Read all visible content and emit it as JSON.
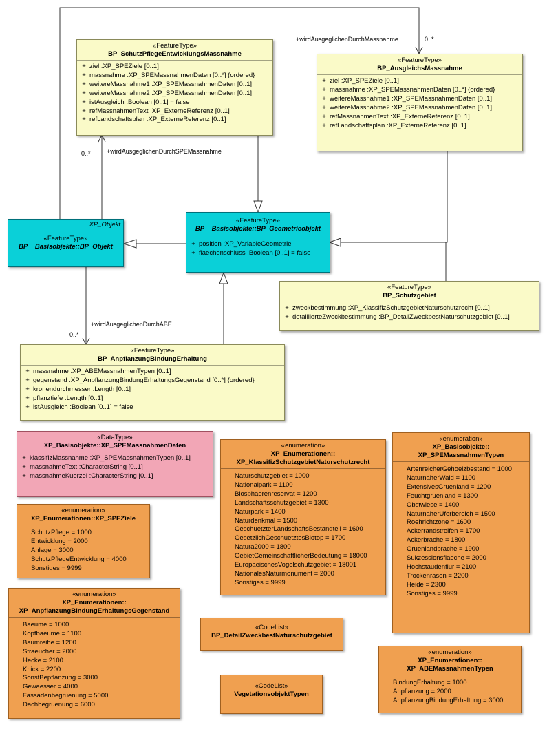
{
  "classes": {
    "schutzPflege": {
      "stereotype": "«FeatureType»",
      "name": "BP_SchutzPflegeEntwicklungsMassnahme",
      "attrs": [
        "ziel  :XP_SPEZiele [0..1]",
        "massnahme  :XP_SPEMassnahmenDaten [0..*] {ordered}",
        "weitereMassnahme1  :XP_SPEMassnahmenDaten [0..1]",
        "weitereMassnahme2  :XP_SPEMassnahmenDaten [0..1]",
        "istAusgleich  :Boolean [0..1] = false",
        "refMassnahmenText  :XP_ExterneReferenz [0..1]",
        "refLandschaftsplan  :XP_ExterneReferenz [0..1]"
      ]
    },
    "ausgleich": {
      "stereotype": "«FeatureType»",
      "name": "BP_AusgleichsMassnahme",
      "attrs": [
        "ziel  :XP_SPEZiele [0..1]",
        "massnahme  :XP_SPEMassnahmenDaten [0..*] {ordered}",
        "weitereMassnahme1  :XP_SPEMassnahmenDaten [0..1]",
        "weitereMassnahme2  :XP_SPEMassnahmenDaten [0..1]",
        "refMassnahmenText  :XP_ExterneReferenz [0..1]",
        "refLandschaftsplan  :XP_ExterneReferenz [0..1]"
      ]
    },
    "bpObjekt": {
      "tag": "XP_Objekt",
      "stereotype": "«FeatureType»",
      "name": "BP__Basisobjekte::BP_Objekt"
    },
    "geometrie": {
      "stereotype": "«FeatureType»",
      "name": "BP__Basisobjekte::BP_Geometrieobjekt",
      "attrs": [
        "position  :XP_VariableGeometrie",
        "flaechenschluss  :Boolean [0..1] = false"
      ]
    },
    "schutzgebiet": {
      "stereotype": "«FeatureType»",
      "name": "BP_Schutzgebiet",
      "attrs": [
        "zweckbestimmung  :XP_KlassifizSchutzgebietNaturschutzrecht [0..1]",
        "detaillierteZweckbestimmung  :BP_DetailZweckbestNaturschutzgebiet [0..1]"
      ]
    },
    "anpflanzung": {
      "stereotype": "«FeatureType»",
      "name": "BP_AnpflanzungBindungErhaltung",
      "attrs": [
        "massnahme  :XP_ABEMassnahmenTypen [0..1]",
        "gegenstand  :XP_AnpflanzungBindungErhaltungsGegenstand [0..*] {ordered}",
        "kronendurchmesser  :Length [0..1]",
        "pflanztiefe  :Length [0..1]",
        "istAusgleich  :Boolean [0..1] = false"
      ]
    },
    "massnahmenDaten": {
      "stereotype": "«DataType»",
      "name": "XP_Basisobjekte::XP_SPEMassnahmenDaten",
      "attrs": [
        "klassifizMassnahme  :XP_SPEMassnahmenTypen [0..1]",
        "massnahmeText  :CharacterString [0..1]",
        "massnahmeKuerzel  :CharacterString [0..1]"
      ]
    },
    "klassifizSchutz": {
      "stereotype": "«enumeration»",
      "name1": "XP_Enumerationen::",
      "name2": "XP_KlassifizSchutzgebietNaturschutzrecht",
      "literals": [
        "Naturschutzgebiet = 1000",
        "Nationalpark = 1100",
        "Biosphaerenreservat = 1200",
        "Landschaftsschutzgebiet = 1300",
        "Naturpark = 1400",
        "Naturdenkmal = 1500",
        "GeschuetzterLandschaftsBestandteil = 1600",
        "GesetzlichGeschuetztesBiotop = 1700",
        "Natura2000 = 1800",
        "GebietGemeinschaftlicherBedeutung = 18000",
        "EuropaeischesVogelschutzgebiet = 18001",
        "NationalesNaturmonument = 2000",
        "Sonstiges = 9999"
      ]
    },
    "speTypen": {
      "stereotype": "«enumeration»",
      "name1": "XP_Basisobjekte::",
      "name2": "XP_SPEMassnahmenTypen",
      "literals": [
        "ArtenreicherGehoelzbestand = 1000",
        "NaturnaherWald = 1100",
        "ExtensivesGruenland = 1200",
        "Feuchtgruenland = 1300",
        "Obstwiese = 1400",
        "NaturnaherUferbereich = 1500",
        "Roehrichtzone = 1600",
        "Ackerrandstreifen = 1700",
        "Ackerbrache = 1800",
        "Gruenlandbrache = 1900",
        "Sukzessionsflaeche = 2000",
        "Hochstaudenflur = 2100",
        "Trockenrasen = 2200",
        "Heide = 2300",
        "Sonstiges = 9999"
      ]
    },
    "speZiele": {
      "stereotype": "«enumeration»",
      "name": "XP_Enumerationen::XP_SPEZiele",
      "literals": [
        "SchutzPflege = 1000",
        "Entwicklung = 2000",
        "Anlage = 3000",
        "SchutzPflegeEntwicklung = 4000",
        "Sonstiges = 9999"
      ]
    },
    "gegenstand": {
      "stereotype": "«enumeration»",
      "name1": "XP_Enumerationen::",
      "name2": "XP_AnpflanzungBindungErhaltungsGegenstand",
      "literals": [
        "Baeume = 1000",
        "Kopfbaeume = 1100",
        "Baumreihe = 1200",
        "Straeucher = 2000",
        "Hecke = 2100",
        "Knick = 2200",
        "SonstBepflanzung = 3000",
        "Gewaesser = 4000",
        "Fassadenbegruenung = 5000",
        "Dachbegruenung = 6000"
      ]
    },
    "detailZweck": {
      "stereotype": "«CodeList»",
      "name": "BP_DetailZweckbestNaturschutzgebiet"
    },
    "vegetation": {
      "stereotype": "«CodeList»",
      "name": "VegetationsobjektTypen"
    },
    "abeTypen": {
      "stereotype": "«enumeration»",
      "name1": "XP_Enumerationen::",
      "name2": "XP_ABEMassnahmenTypen",
      "literals": [
        "BindungErhaltung = 1000",
        "Anpflanzung = 2000",
        "AnpflanzungBindungErhaltung = 3000"
      ]
    }
  },
  "links": {
    "topRole": "+wirdAusgeglichenDurchMassnahme",
    "topMult": "0..*",
    "speRole": "+wirdAusgeglichenDurchSPEMassnahme",
    "speMult": "0..*",
    "abeRole": "+wirdAusgeglichenDurchABE",
    "abeMult": "0..*"
  },
  "visibility": "+"
}
